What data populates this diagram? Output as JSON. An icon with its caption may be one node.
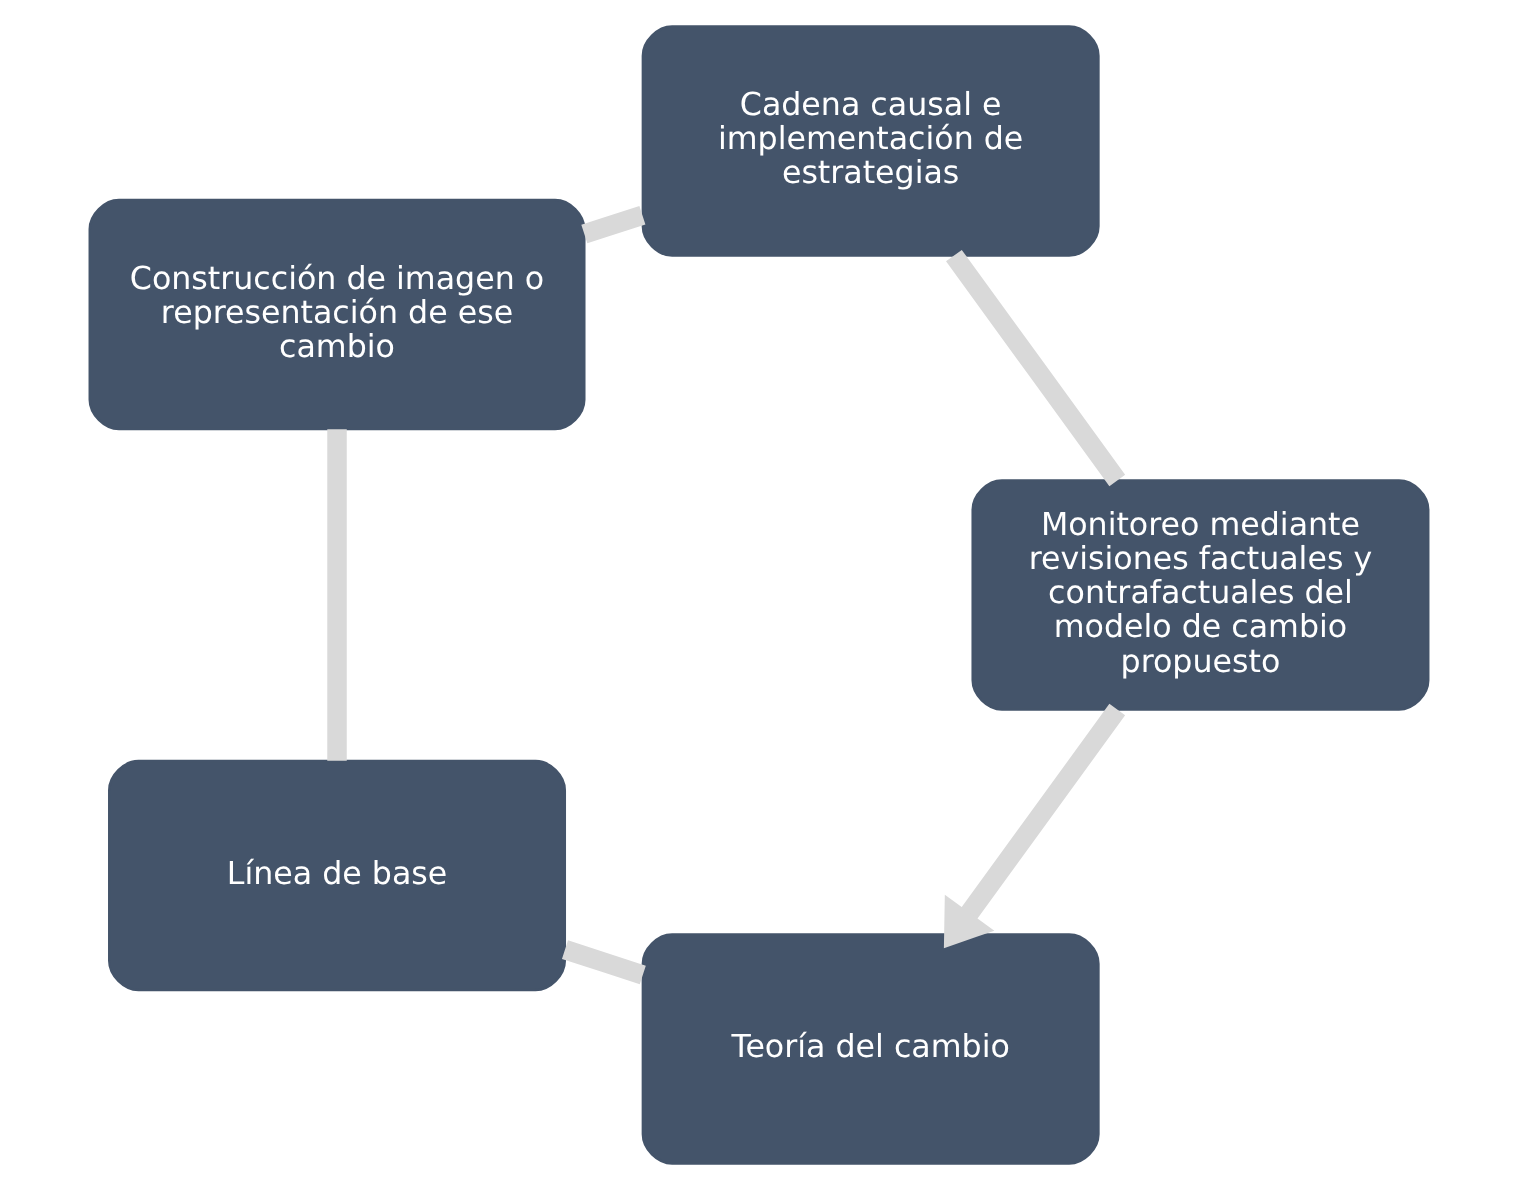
{
  "diagram": {
    "nodes": [
      {
        "text": [
          "Teoría del cambio"
        ]
      },
      {
        "text": [
          "Línea de base"
        ]
      },
      {
        "text": [
          "Construcción de imagen o representación de ese cambio"
        ]
      },
      {
        "text": [
          "Cadena causal e implementación de estrategias"
        ]
      },
      {
        "text": [
          "Monitoreo mediante revisiones factuales y contrafactuales del modelo de cambio propuesto"
        ]
      }
    ],
    "edges": [
      {
        "from": 0,
        "to": 1,
        "arrow": "none"
      },
      {
        "from": 1,
        "to": 2,
        "arrow": "none"
      },
      {
        "from": 2,
        "to": 3,
        "arrow": "none"
      },
      {
        "from": 3,
        "to": 4,
        "arrow": "none"
      },
      {
        "from": 4,
        "to": 0,
        "arrow": "to"
      }
    ]
  }
}
